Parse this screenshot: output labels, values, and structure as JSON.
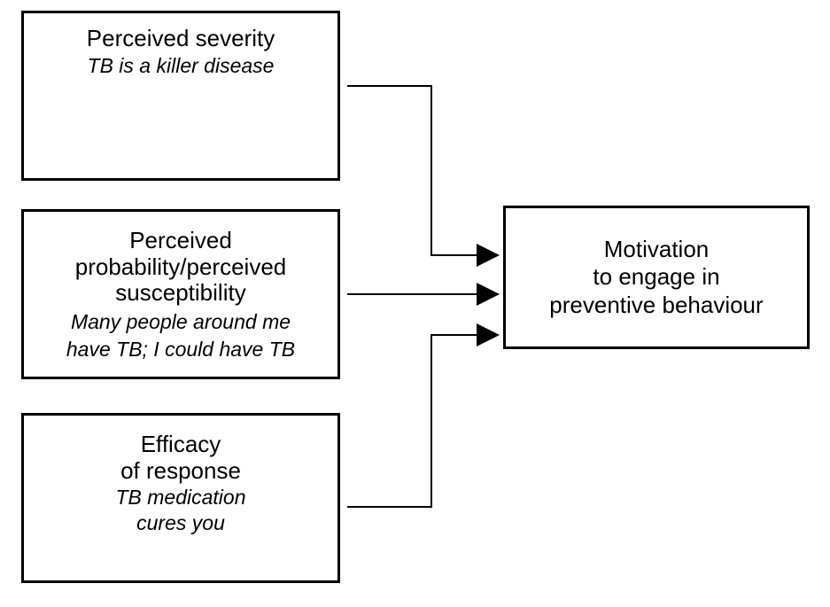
{
  "diagram": {
    "type": "flow-diagram",
    "boxes": [
      {
        "id": "perceived-severity",
        "title": "Perceived severity",
        "subtitle": "TB is a killer disease"
      },
      {
        "id": "perceived-susceptibility",
        "title": "Perceived\nprobability/perceived\nsusceptibility",
        "title_lines": [
          "Perceived",
          "probability/perceived",
          "susceptibility"
        ],
        "subtitle": "Many people around me\nhave TB; I could have TB",
        "subtitle_lines": [
          "Many people around me",
          "have TB; I could have TB"
        ]
      },
      {
        "id": "efficacy-of-response",
        "title": "Efficacy\nof response",
        "title_lines": [
          "Efficacy",
          "of response"
        ],
        "subtitle": "TB medication\ncures you",
        "subtitle_lines": [
          "TB medication",
          "cures you"
        ]
      },
      {
        "id": "motivation",
        "title": "Motivation\nto engage in\npreventive behaviour",
        "title_lines": [
          "Motivation",
          "to engage in",
          "preventive behaviour"
        ]
      }
    ],
    "connectors": [
      {
        "from": "perceived-severity",
        "to": "motivation"
      },
      {
        "from": "perceived-susceptibility",
        "to": "motivation"
      },
      {
        "from": "efficacy-of-response",
        "to": "motivation"
      }
    ],
    "colors": {
      "stroke": "#000000",
      "background": "#ffffff",
      "text": "#000000"
    }
  }
}
